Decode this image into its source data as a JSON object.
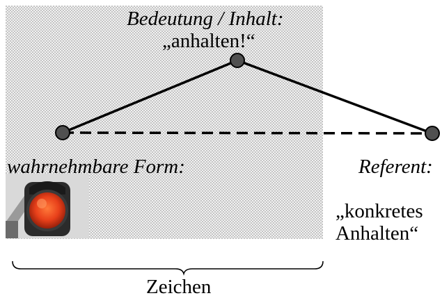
{
  "diagram": {
    "meaning_title": "Bedeutung / Inhalt:",
    "meaning_value": "„anhalten!“",
    "form_label": "wahrnehmbare Form:",
    "referent_label": "Referent:",
    "referent_text_line1": "„konkretes",
    "referent_text_line2": "Anhalten“",
    "sign_label": "Zeichen",
    "form_image": "red-traffic-light",
    "colors": {
      "shaded_area": "#c8c8c8",
      "node_fill": "#505050",
      "lines": "#000000",
      "light_red": "#e8401a"
    }
  }
}
